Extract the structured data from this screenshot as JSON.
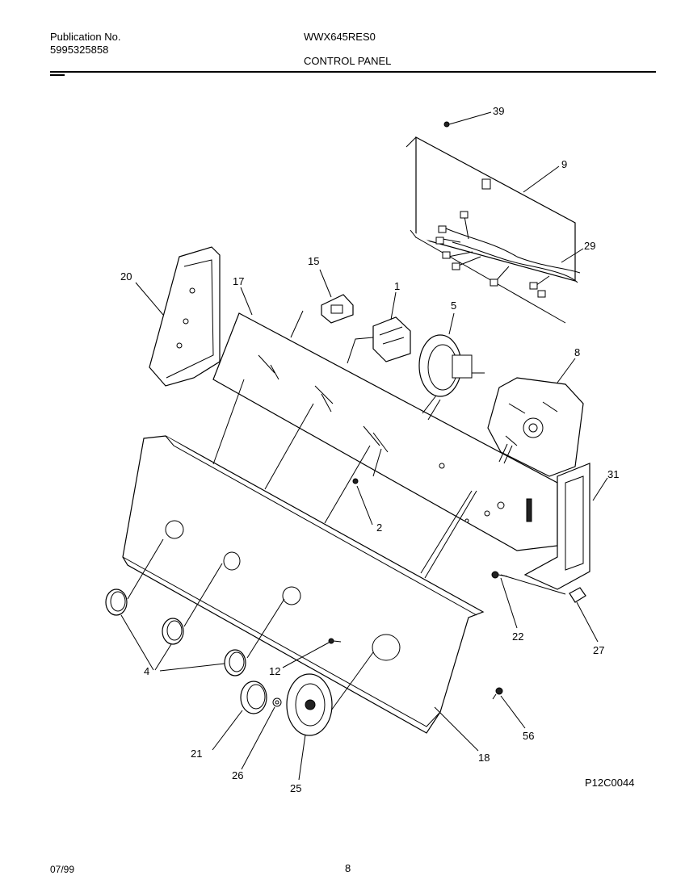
{
  "header": {
    "publication_label": "Publication No.",
    "publication_number": "5995325858",
    "model": "WWX645RES0",
    "section": "CONTROL PANEL"
  },
  "footer": {
    "date": "07/99",
    "page": "8"
  },
  "diagram_code": "P12C0044",
  "callouts": {
    "c39": "39",
    "c9": "9",
    "c29": "29",
    "c20": "20",
    "c17": "17",
    "c15": "15",
    "c1": "1",
    "c5": "5",
    "c8": "8",
    "c31": "31",
    "c2": "2",
    "c22": "22",
    "c27": "27",
    "c4": "4",
    "c12": "12",
    "c21": "21",
    "c26": "26",
    "c25": "25",
    "c18": "18",
    "c56": "56"
  }
}
